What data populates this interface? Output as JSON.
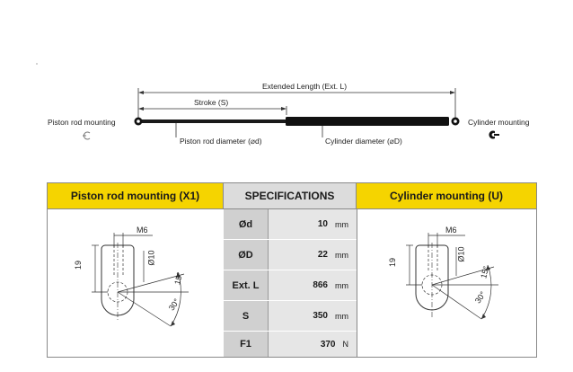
{
  "top_diagram": {
    "extended_length": "Extended Length (Ext. L)",
    "stroke": "Stroke (S)",
    "piston_rod_mounting": "Piston rod mounting",
    "cylinder_mounting": "Cylinder mounting",
    "piston_rod_diameter": "Piston rod diameter (⌀d)",
    "cylinder_diameter": "Cylinder diameter (⌀D)"
  },
  "table": {
    "header_left": "Piston rod mounting (X1)",
    "header_mid": "SPECIFICATIONS",
    "header_right": "Cylinder mounting (U)",
    "rows": [
      {
        "param": "Ød",
        "value": "10",
        "unit": "mm"
      },
      {
        "param": "ØD",
        "value": "22",
        "unit": "mm"
      },
      {
        "param": "Ext. L",
        "value": "866",
        "unit": "mm"
      },
      {
        "param": "S",
        "value": "350",
        "unit": "mm"
      },
      {
        "param": "F1",
        "value": "370",
        "unit": "N"
      }
    ]
  },
  "mount_left": {
    "thread": "M6",
    "height": "19",
    "diameter": "Ø10",
    "angle1": "15°",
    "angle2": "30°"
  },
  "mount_right": {
    "thread": "M6",
    "height": "19",
    "diameter": "Ø10",
    "angle1": "15°",
    "angle2": "30°"
  }
}
